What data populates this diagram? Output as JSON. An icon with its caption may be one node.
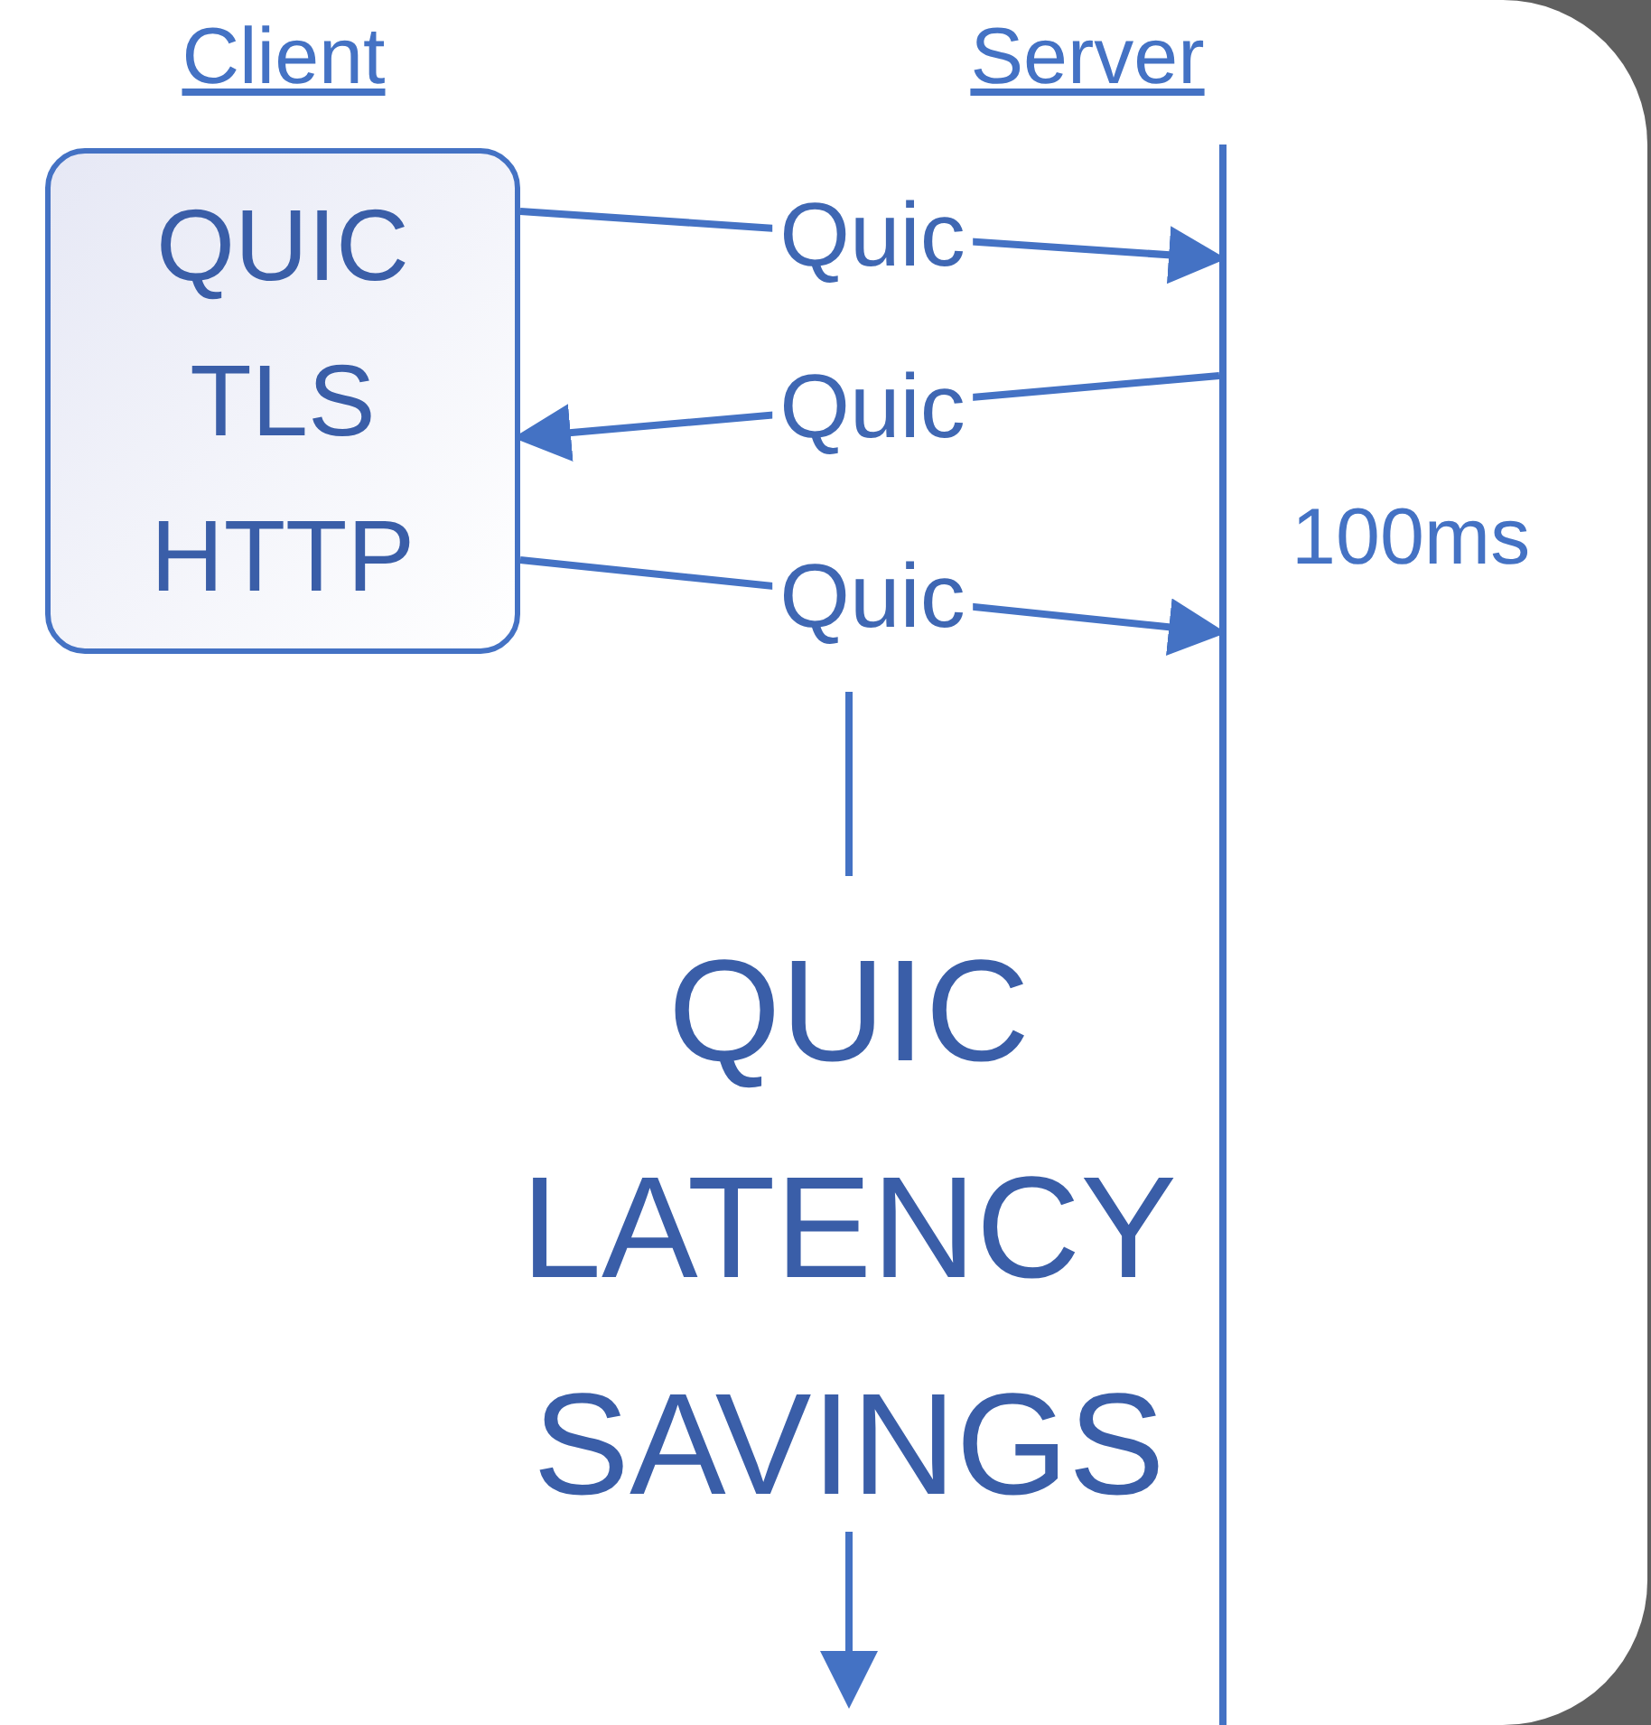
{
  "diagram": {
    "nodes": [
      {
        "text": [
          "QUIC",
          "TLS",
          "HTTP"
        ]
      },
      {
        "text": [],
        "shape": "bar",
        "beside": [
          "100ms"
        ]
      }
    ],
    "edges": [
      {
        "from": 0,
        "to": 1,
        "arrow": "to",
        "label": "Quic"
      },
      {
        "from": 1,
        "to": 0,
        "arrow": "to",
        "label": "Quic"
      },
      {
        "from": 0,
        "to": 1,
        "arrow": "to",
        "label": "Quic"
      }
    ],
    "labels": [
      "Client",
      "Server",
      "QUIC LATENCY SAVINGS"
    ]
  }
}
